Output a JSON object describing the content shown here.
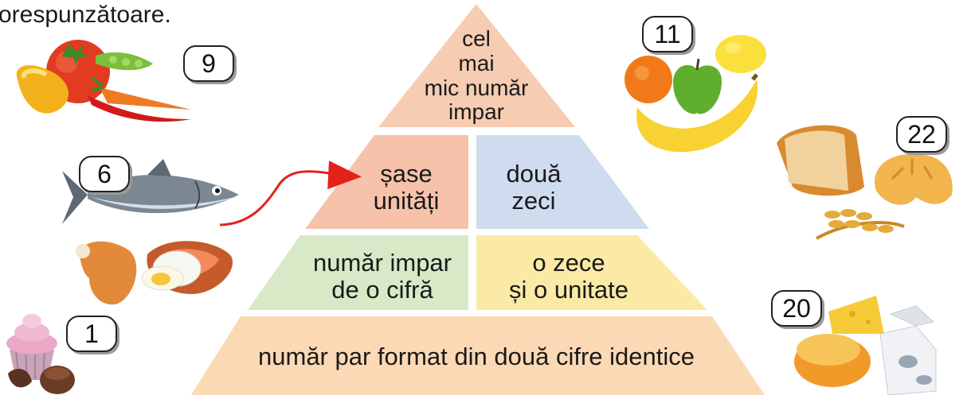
{
  "intro_fragment": "orespunzătoare.",
  "pyramid": {
    "top": {
      "line1": "cel",
      "line2": "mai",
      "line3": "mic număr",
      "line4": "impar"
    },
    "row2_left": {
      "line1": "șase",
      "line2": "unități"
    },
    "row2_right": {
      "line1": "două",
      "line2": "zeci"
    },
    "row3_left": {
      "line1": "număr impar",
      "line2": "de o cifră"
    },
    "row3_right": {
      "line1": "o zece",
      "line2": "și o unitate"
    },
    "base": "număr par format din două cifre identice"
  },
  "food_labels": {
    "vegetables": "9",
    "fish_meat": "6",
    "sweets": "1",
    "fruits": "11",
    "bread": "22",
    "dairy": "20"
  },
  "colors": {
    "top": "#f6ccb2",
    "salmon": "#f6c2aa",
    "blue": "#cfdbee",
    "green": "#d7e9c7",
    "yellow": "#faeaa6",
    "base": "#fbd9b4",
    "arrow": "#e2231a"
  }
}
